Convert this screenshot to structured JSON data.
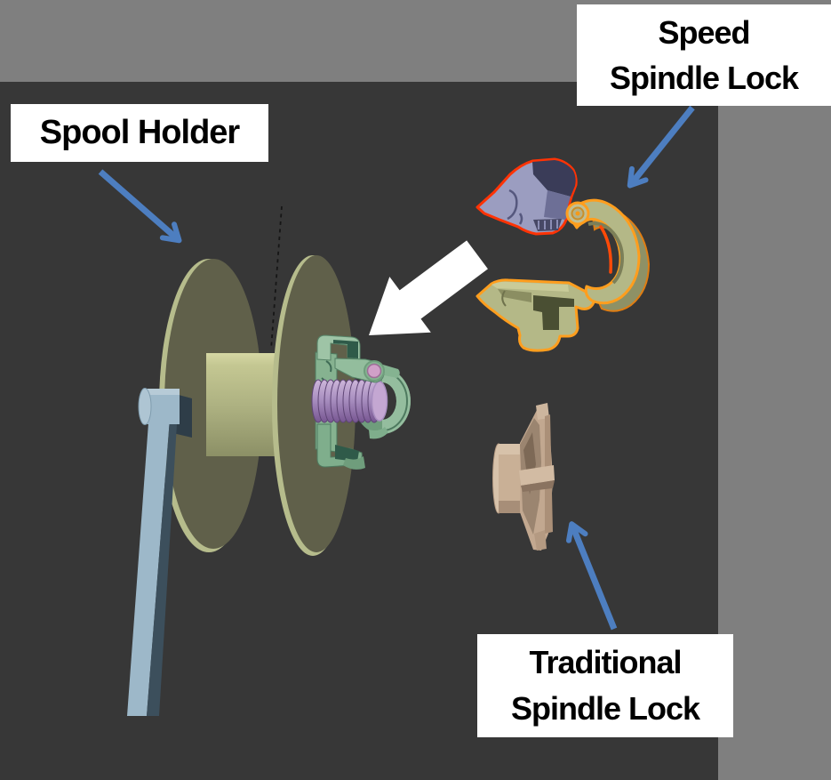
{
  "canvas": {
    "outer_bg": "#7f7f7f",
    "viewport_bg": "#373737"
  },
  "labels": {
    "spool_holder": {
      "text": "Spool Holder"
    },
    "speed_spindle_lock": {
      "line1": "Speed",
      "line2": "Spindle Lock"
    },
    "traditional_spindle_lock": {
      "line1": "Traditional",
      "line2": "Spindle Lock"
    }
  },
  "callout": {
    "arrow_color": "#4d7ec0",
    "highlight_arrow_color": "#ffffff",
    "label_bg": "#ffffff",
    "label_text_color": "#000000"
  },
  "model": {
    "spool_flange_color": "#60604a",
    "spool_rim_color": "#b6bc8c",
    "spool_barrel_color": "#aeb282",
    "stand_color": "#9db8c9",
    "filament_color": "#161616",
    "spring_color": "#a98fc0",
    "clip_color": "#94bd9e",
    "clip_pivot_color": "#d0a0c8",
    "speed_lock_body_color": "#b4b887",
    "speed_lock_lever_color": "#9b9dc0",
    "speed_lock_selection_outline": "#ff9e1e",
    "speed_lock_active_outline": "#ff3305",
    "traditional_lock_color": "#c2a890"
  }
}
